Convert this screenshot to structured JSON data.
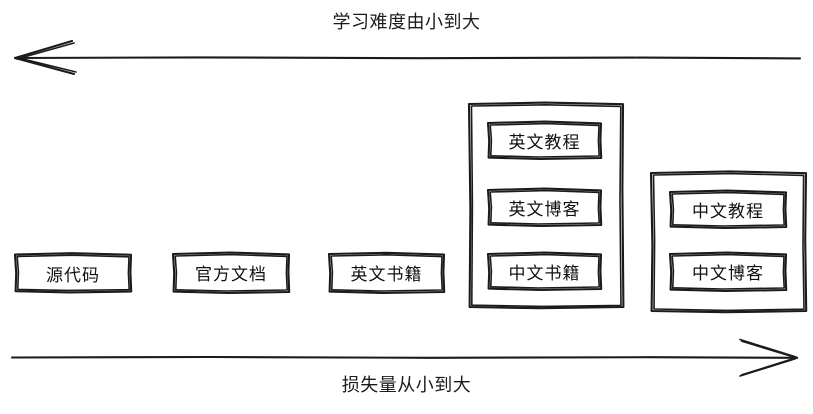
{
  "diagram": {
    "top_axis": {
      "label": "学习难度由小到大",
      "direction": "left",
      "arrow_icon": "arrow-left-icon"
    },
    "bottom_axis": {
      "label": "损失量从小到大",
      "direction": "right",
      "arrow_icon": "arrow-right-icon"
    },
    "style": {
      "ink_color": "#1b1b1b",
      "background": "#ffffff",
      "sketch": true
    },
    "nodes": [
      {
        "id": "source-code",
        "label": "源代码"
      },
      {
        "id": "official-docs",
        "label": "官方文档"
      },
      {
        "id": "english-books",
        "label": "英文书籍"
      },
      {
        "id": "english-tutorial",
        "label": "英文教程"
      },
      {
        "id": "english-blog",
        "label": "英文博客"
      },
      {
        "id": "chinese-books",
        "label": "中文书籍"
      },
      {
        "id": "chinese-tutorial",
        "label": "中文教程"
      },
      {
        "id": "chinese-blog",
        "label": "中文博客"
      }
    ],
    "groups": [
      {
        "id": "group-middle",
        "members": [
          "english-tutorial",
          "english-blog",
          "chinese-books"
        ]
      },
      {
        "id": "group-right",
        "members": [
          "chinese-tutorial",
          "chinese-blog"
        ]
      }
    ]
  }
}
